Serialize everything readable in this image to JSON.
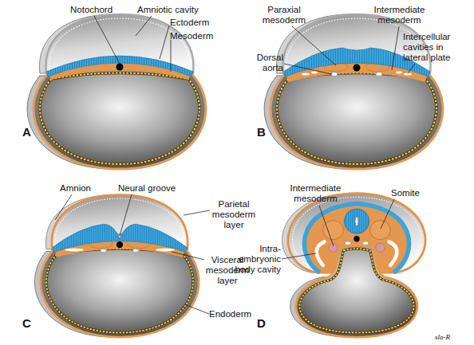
{
  "diagram": {
    "labels": [
      "Notochord",
      "Amniotic cavity",
      "Ectoderm",
      "Mesoderm",
      "A",
      "Paraxial mesoderm",
      "Intermediate mesoderm",
      "Dorsal aorta",
      "Intercellular cavities in lateral plate",
      "B",
      "Amnion",
      "Neural groove",
      "Parietal mesoderm layer",
      "Visceral mesoderm layer",
      "Endoderm",
      "C",
      "Intermediate mesoderm",
      "Somite",
      "Intra- embryonic body cavity",
      "D",
      "sla-R"
    ]
  }
}
